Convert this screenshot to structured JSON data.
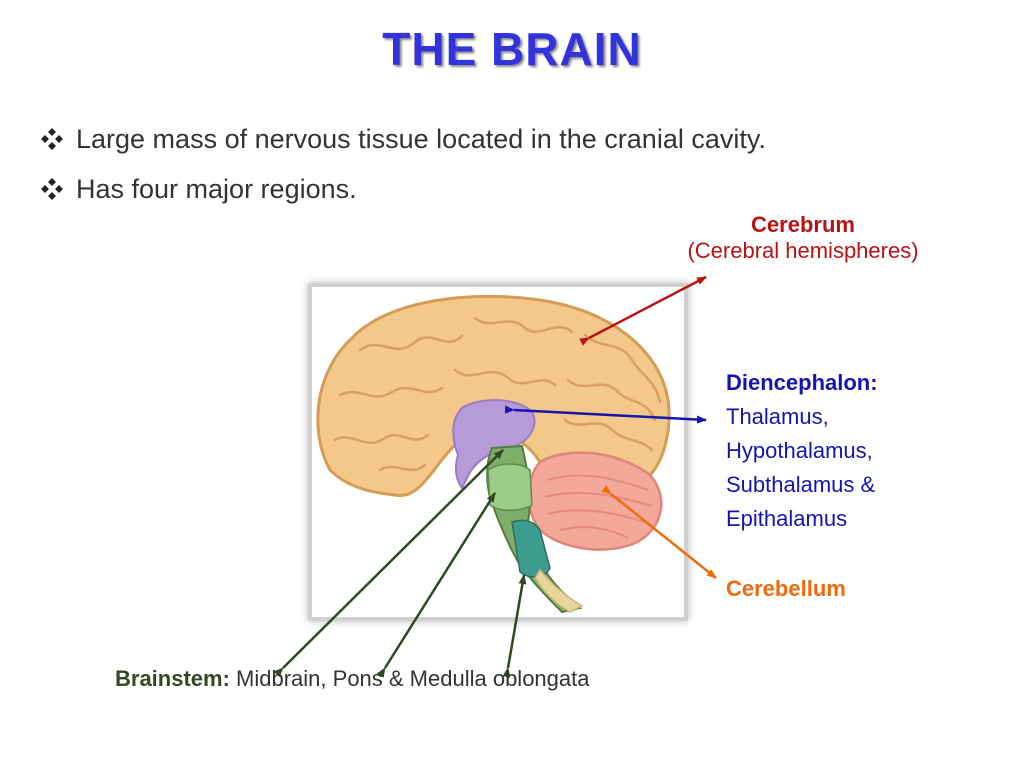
{
  "title": "THE BRAIN",
  "bullets": [
    "Large mass of nervous tissue located in the cranial cavity.",
    "Has four major regions."
  ],
  "labels": {
    "cerebrum": {
      "name": "Cerebrum",
      "detail": "(Cerebral hemispheres)"
    },
    "diencephalon": {
      "name": "Diencephalon:",
      "parts": [
        "Thalamus,",
        "Hypothalamus,",
        "Subthalamus &",
        "Epithalamus"
      ]
    },
    "cerebellum": {
      "name": "Cerebellum"
    },
    "brainstem": {
      "name": "Brainstem:",
      "parts": "Midbrain, Pons & Medulla oblongata"
    }
  },
  "colors": {
    "title": "#3333dd",
    "cerebrum": "#b81212",
    "diencephalon": "#1414b0",
    "cerebellum": "#ef6a0c",
    "brainstem": "#2f4a22"
  },
  "icons": {
    "bullet": "diamond-cluster-icon"
  }
}
